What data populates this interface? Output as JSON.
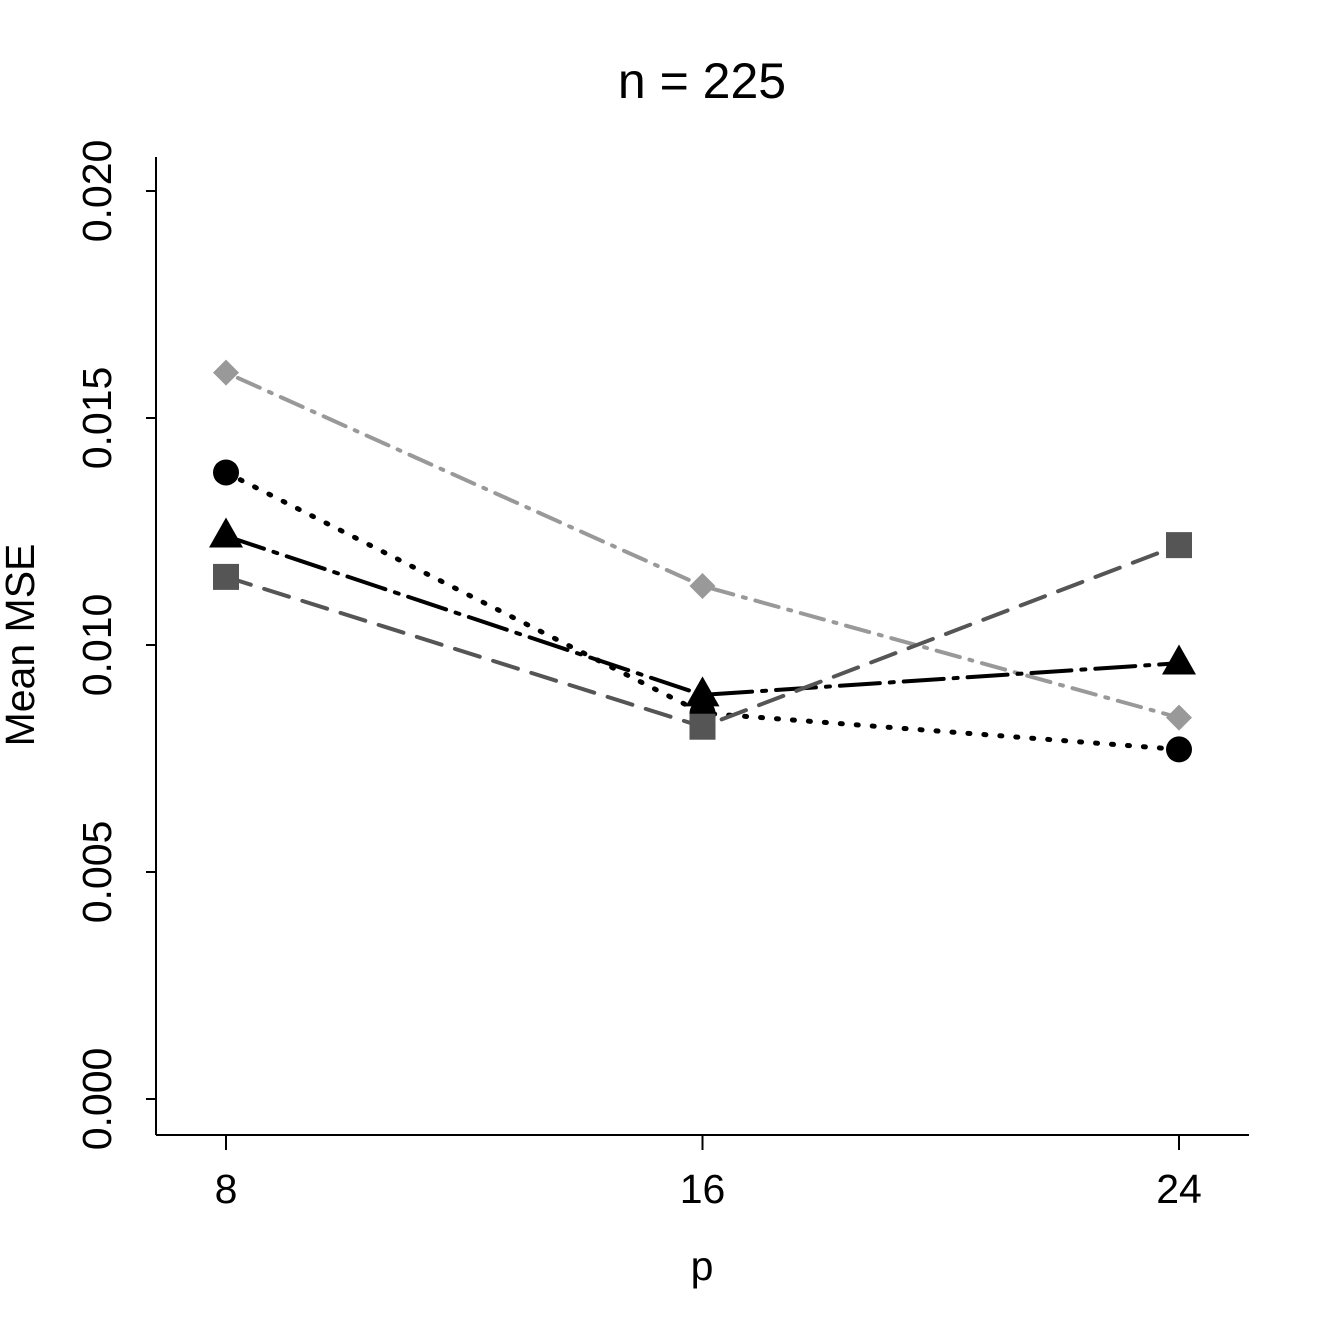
{
  "chart_data": {
    "type": "line",
    "title": "n = 225",
    "xlabel": "p",
    "ylabel": "Mean MSE",
    "x": [
      8,
      16,
      24
    ],
    "x_tick_labels": [
      "8",
      "16",
      "24"
    ],
    "ylim": [
      0.0,
      0.02
    ],
    "y_ticks": [
      0.0,
      0.005,
      0.01,
      0.015,
      0.02
    ],
    "y_tick_labels": [
      "0.000",
      "0.005",
      "0.010",
      "0.015",
      "0.020"
    ],
    "grid": false,
    "series": [
      {
        "values": [
          0.016,
          0.0113,
          0.0084
        ],
        "color": "#999999",
        "marker": "diamond",
        "dash": "dotdash"
      },
      {
        "values": [
          0.0138,
          0.0085,
          0.0077
        ],
        "color": "#000000",
        "marker": "circle",
        "dash": "dotted"
      },
      {
        "values": [
          0.0124,
          0.0089,
          0.0096
        ],
        "color": "#000000",
        "marker": "triangle",
        "dash": "longdash"
      },
      {
        "values": [
          0.0115,
          0.0082,
          0.0122
        ],
        "color": "#555555",
        "marker": "square",
        "dash": "dashed"
      }
    ]
  }
}
